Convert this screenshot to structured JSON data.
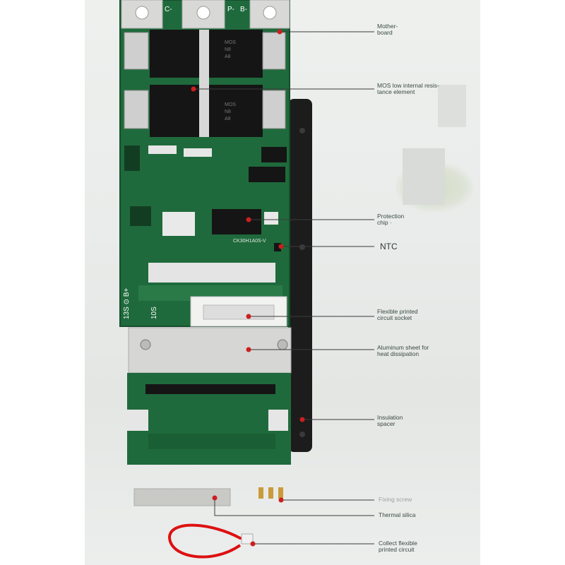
{
  "callouts": [
    {
      "id": "motherboard",
      "lines": [
        "Mother-",
        "board"
      ]
    },
    {
      "id": "mos",
      "lines": [
        "MOS low internal resis-",
        "tance element"
      ]
    },
    {
      "id": "protection",
      "lines": [
        "Protection",
        "chip  ·"
      ]
    },
    {
      "id": "ntc",
      "lines": [
        "NTC"
      ]
    },
    {
      "id": "socket",
      "lines": [
        "Flexible printed",
        "circuit socket"
      ]
    },
    {
      "id": "aluminum",
      "lines": [
        "Aluminum sheet for",
        "heat dissipation"
      ]
    },
    {
      "id": "insulation",
      "lines": [
        "Insulation",
        "spacer"
      ]
    },
    {
      "id": "screw",
      "lines": [
        "Fixing screw"
      ]
    },
    {
      "id": "silica",
      "lines": [
        "Thermal silica"
      ]
    },
    {
      "id": "cable",
      "lines": [
        "Collect flexible",
        "printed circuit"
      ]
    }
  ],
  "board_marks": {
    "terminals": [
      "C-",
      "P-",
      "B-"
    ],
    "side_text": "13S ⊙ B+",
    "series": "10S",
    "chip_codes": [
      "MOS",
      "N8",
      "A8",
      "MOS",
      "N8",
      "A8"
    ],
    "silk_code": "CK30H1A0S-V"
  },
  "colors": {
    "pcb": "#1f6a3c",
    "pcb_dark": "#154f2c",
    "accent_red": "#cc1f1f",
    "line": "#3a3a3a"
  }
}
